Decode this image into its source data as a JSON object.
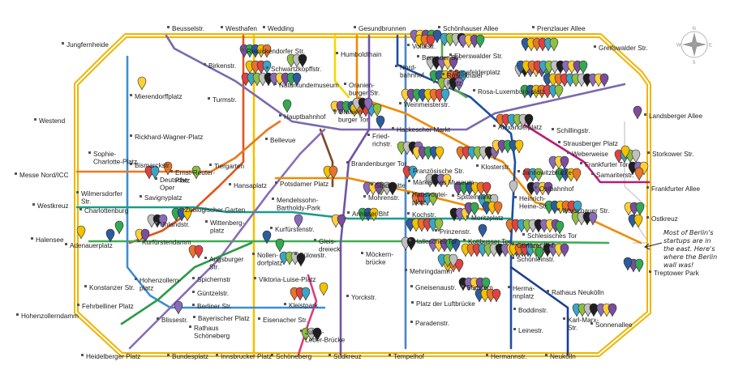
{
  "map": {
    "title": "",
    "note": {
      "lines": [
        "Most of Berlin's",
        "startups are in",
        "the east. Here's",
        "where the Berlin",
        "wall was!"
      ]
    },
    "compass": {
      "n": "N",
      "s": "S",
      "e": "E",
      "w": "W"
    },
    "line_colors": {
      "ring": "#f0b400",
      "u1": "#7cc142",
      "u2": "#e2541c",
      "u3": "#159c8c",
      "u4": "#f5d800",
      "u5": "#7b4b26",
      "u6": "#7b68ae",
      "u7": "#3b8fd0",
      "u8": "#1d4fa3",
      "u9": "#f08a00",
      "s_stadt": "#b81c76",
      "s_line": "#bb3c96",
      "wall": "#d0d0d0"
    },
    "pin_colors": [
      "#7c4d9c",
      "#34a853",
      "#2b5c9e",
      "#f2c200",
      "#e8752a",
      "#e04242",
      "#3aa6c7",
      "#8fbf3f",
      "#c0c0c0",
      "#1f1f1f",
      "#8a6bb8",
      "#ffcf3a"
    ],
    "stations": [
      {
        "name": "Beusselstr."
      },
      {
        "name": "Westhafen"
      },
      {
        "name": "Wedding"
      },
      {
        "name": "Gesundbrunnen"
      },
      {
        "name": "Schönhauser Allee"
      },
      {
        "name": "Prenzlauer Allee"
      },
      {
        "name": "Jungfernheide"
      },
      {
        "name": "Greifswalder Str."
      },
      {
        "name": "Reinickendorfer Str."
      },
      {
        "name": "Humboldthain"
      },
      {
        "name": "Voltastr."
      },
      {
        "name": "Bernauer Str."
      },
      {
        "name": "Eberswalder Str."
      },
      {
        "name": "Birkenstr."
      },
      {
        "name": "Schwartzkopffstr."
      },
      {
        "name": "Nord-\nbahnhof"
      },
      {
        "name": "Rosenthaler\nPlatz"
      },
      {
        "name": "Senefelderplatz"
      },
      {
        "name": "Mierendorffplatz"
      },
      {
        "name": "Naturkundemuseum"
      },
      {
        "name": "Oranien-\nburger Str."
      },
      {
        "name": "Oranien-\nburger Tor"
      },
      {
        "name": "Turmstr."
      },
      {
        "name": "Weinmeisterstr."
      },
      {
        "name": "Rosa-Luxemburg-platz"
      },
      {
        "name": "Landsberger Allee"
      },
      {
        "name": "Westend"
      },
      {
        "name": "Hauptbahnhof"
      },
      {
        "name": "Hackescher Markt"
      },
      {
        "name": "Alexanderplatz"
      },
      {
        "name": "Schillingstr."
      },
      {
        "name": "Fried-\nrichstr."
      },
      {
        "name": "Rickhard-Wagner-Platz"
      },
      {
        "name": "Bellevue"
      },
      {
        "name": "Strausberger Platz"
      },
      {
        "name": "Sophie-\nCharlotte-Platz"
      },
      {
        "name": "Weberweise"
      },
      {
        "name": "Storkower Str."
      },
      {
        "name": "Tiergarten"
      },
      {
        "name": "Brandenburger Tor"
      },
      {
        "name": "Klosterstr."
      },
      {
        "name": "Frankfurter Tor"
      },
      {
        "name": "Bismarckstr"
      },
      {
        "name": "Französische Str."
      },
      {
        "name": "Jannowitzbrücke"
      },
      {
        "name": "Samariterstr."
      },
      {
        "name": "Messe Nord/ICC"
      },
      {
        "name": "Ernst-Reuter-\nPlatz"
      },
      {
        "name": "Deutsche\nOper"
      },
      {
        "name": "Potsdamer Platz"
      },
      {
        "name": "Märkisches Museum"
      },
      {
        "name": "Hansaplatz"
      },
      {
        "name": "Stadtmitte"
      },
      {
        "name": "Mohrenstr."
      },
      {
        "name": "Wilmersdorfer\nStr."
      },
      {
        "name": "Heinrich-\nHeine-Str."
      },
      {
        "name": "Ostbahnhof"
      },
      {
        "name": "Frankfurter Allee"
      },
      {
        "name": "Savignyplatz"
      },
      {
        "name": "Hausvogtei-\nplatz"
      },
      {
        "name": "Spittelmarkt"
      },
      {
        "name": "Mendelssohn-\nBartholdy-Park"
      },
      {
        "name": "Westkreuz"
      },
      {
        "name": "Charlottenburg"
      },
      {
        "name": "Zoologischer Garten"
      },
      {
        "name": "Anhalter Bhf"
      },
      {
        "name": "Kochstr."
      },
      {
        "name": "Moritzplatz"
      },
      {
        "name": "Warschauer Str."
      },
      {
        "name": "Uhlandstr."
      },
      {
        "name": "Wittenberg-\nplatz"
      },
      {
        "name": "Ostkreuz"
      },
      {
        "name": "Prinzenstr."
      },
      {
        "name": "Kurfürstenstr."
      },
      {
        "name": "Kurfürstendamm"
      },
      {
        "name": "Gleis-\ndreieck"
      },
      {
        "name": "Schlesisches Tor"
      },
      {
        "name": "Halensee"
      },
      {
        "name": "Adenauerplatz"
      },
      {
        "name": "Hallesches Tor"
      },
      {
        "name": "Kottbusser Tor"
      },
      {
        "name": "Bülowstr."
      },
      {
        "name": "Görlitzer Bhf"
      },
      {
        "name": "Nollen-\ndorfplatz"
      },
      {
        "name": "Augsburger\nStr."
      },
      {
        "name": "Möckern-\nbrücke"
      },
      {
        "name": "Schönleinstr."
      },
      {
        "name": "Mehringdamm"
      },
      {
        "name": "Treptower Park"
      },
      {
        "name": "Hohenzollern-\nplatz"
      },
      {
        "name": "Spichernstr"
      },
      {
        "name": "Viktoria-Luise-Platz"
      },
      {
        "name": "Gneisenaustr."
      },
      {
        "name": "Südstern"
      },
      {
        "name": "Konstanzer Str."
      },
      {
        "name": "Herma-\nnnplatz"
      },
      {
        "name": "Güntzelstr."
      },
      {
        "name": "Rathaus Neukölln"
      },
      {
        "name": "Fehrbelliner Platz"
      },
      {
        "name": "Kleistpark"
      },
      {
        "name": "Yorckstr."
      },
      {
        "name": "Platz der Luftbrücke"
      },
      {
        "name": "Berliner Str."
      },
      {
        "name": "Hohenzollerndamm"
      },
      {
        "name": "Blissestr."
      },
      {
        "name": "Bayerischer Platz"
      },
      {
        "name": "Boddinstr."
      },
      {
        "name": "Karl-Marx-\nStr."
      },
      {
        "name": "Sonnenallee"
      },
      {
        "name": "Rathaus\nSchöneberg"
      },
      {
        "name": "Eisenacher Str."
      },
      {
        "name": "Paradenstr."
      },
      {
        "name": "Leinestr."
      },
      {
        "name": "Julius-\nLeber-Brücke"
      },
      {
        "name": "Heidelberger Platz"
      },
      {
        "name": "Bundesplatz"
      },
      {
        "name": "Innsbrucker Platz"
      },
      {
        "name": "Schöneberg"
      },
      {
        "name": "Südkreuz"
      },
      {
        "name": "Tempelhof"
      },
      {
        "name": "Hermannstr."
      },
      {
        "name": "Neukölln"
      }
    ]
  }
}
